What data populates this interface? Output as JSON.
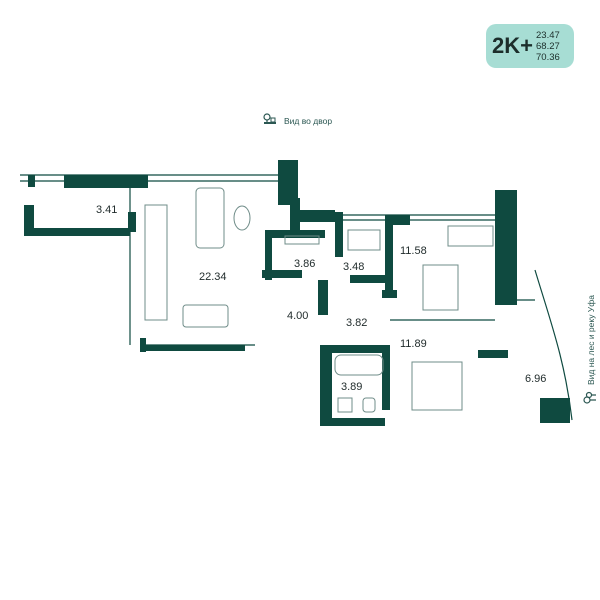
{
  "badge": {
    "type": "2K+",
    "areas": [
      "23.47",
      "68.27",
      "70.36"
    ]
  },
  "views": {
    "yard": "Вид во двор",
    "forest": "Вид на лес и реку Уфа"
  },
  "rooms": {
    "balcony": "3.41",
    "kitchen_living": "22.34",
    "wardrobe": "3.86",
    "bathroom_top": "3.48",
    "bedroom_top": "11.58",
    "hall": "4.00",
    "corridor": "3.82",
    "bedroom_main": "11.89",
    "bathroom_bottom": "3.89",
    "loggia": "6.96"
  },
  "colors": {
    "wall": "#0f4a40",
    "accent": "#a7ddd4",
    "furniture": "#6f8c88"
  }
}
